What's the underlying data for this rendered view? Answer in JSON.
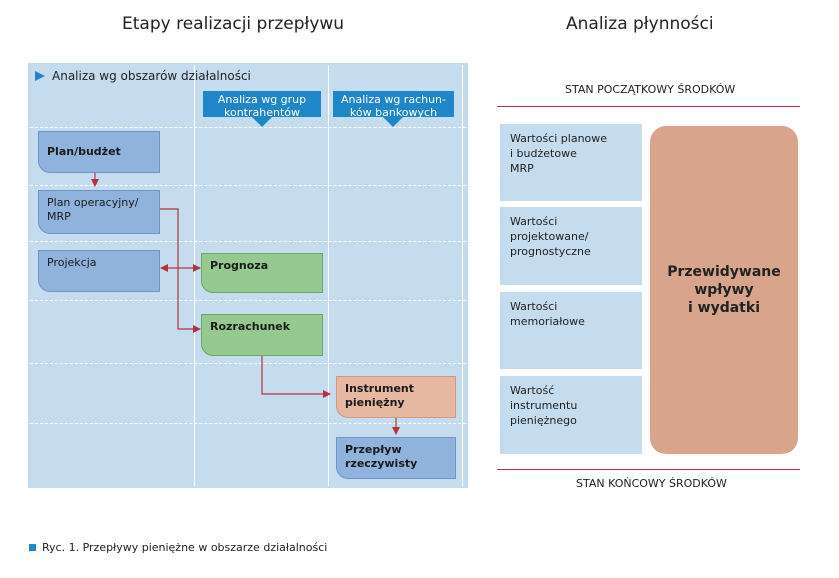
{
  "left_title": "Etapy realizacji przepływu",
  "right_title": "Analiza płynności",
  "left": {
    "section_label": "Analiza wg obszarów działalności",
    "banner_1": "Analiza wg grup\nkontrahentów",
    "banner_2": "Analiza wg rachun-\nków bankowych",
    "nodes": {
      "plan": "Plan/budżet",
      "plan_op": "Plan operacyjny/\nMRP",
      "projekcja": "Projekcja",
      "prognoza": "Prognoza",
      "rozrachunek": "Rozrachunek",
      "instrument": "Instrument\npieniężny",
      "przeplyw": "Przepływ\nrzeczywisty"
    }
  },
  "right": {
    "start_state": "STAN POCZĄTKOWY ŚRODKÓW",
    "end_state": "STAN KOŃCOWY ŚRODKÓW",
    "boxes": [
      "Wartości planowe\ni budżetowe\nMRP",
      "Wartości\nprojektowane/\nprognostyczne",
      "Wartości\nmemoriałowe",
      "Wartość\ninstrumentu\npieniężnego"
    ],
    "big_box": "Przewidywane\nwpływy\ni wydatki"
  },
  "caption": "Ryc. 1. Przepływy pieniężne w obszarze działalności",
  "colors": {
    "panel": "#c5dcef",
    "banner": "#1f86c8",
    "arrow": "#b4343e",
    "node_blue": "#8fb3dd",
    "node_green": "#95c98f",
    "node_salmon": "#e6b8a2",
    "big_box": "#d8a48c"
  }
}
